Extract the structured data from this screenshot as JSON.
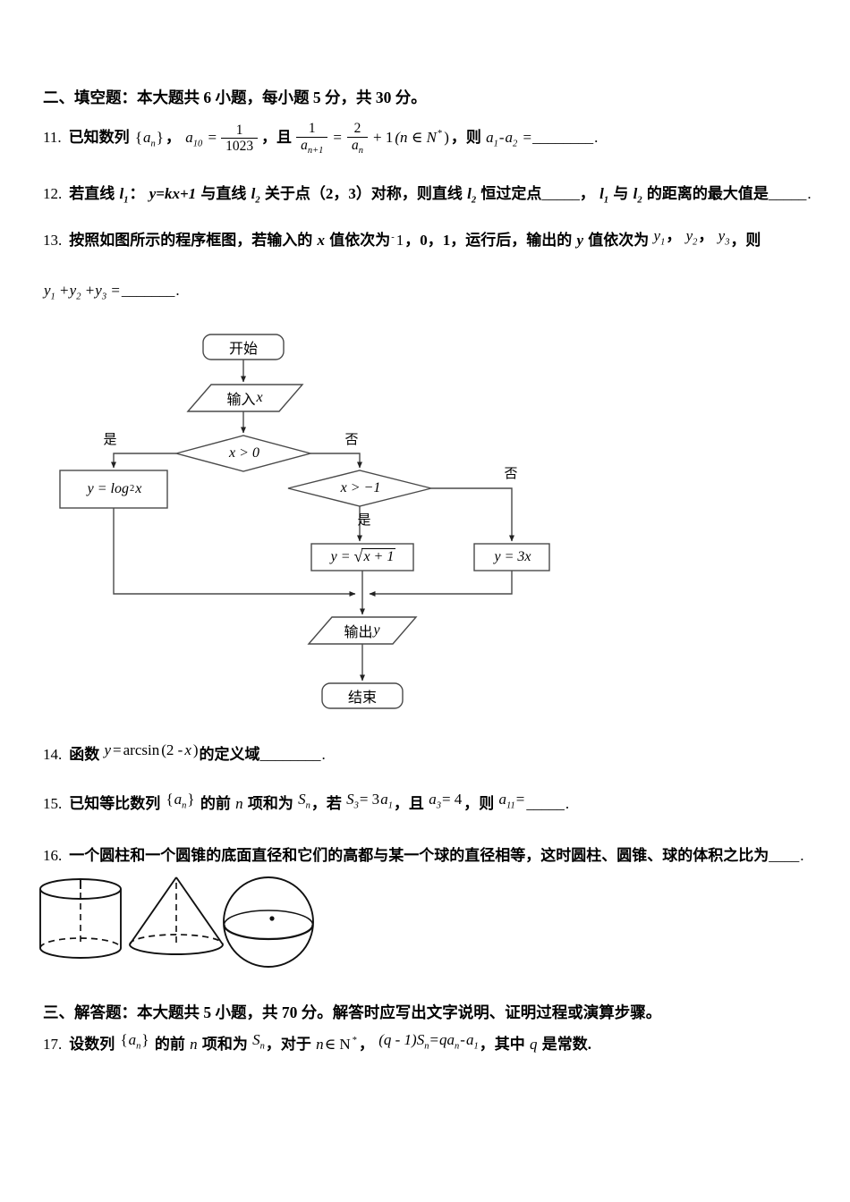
{
  "colors": {
    "ink": "#000000",
    "fc-stroke": "#4a4a4a",
    "fig-stroke": "#111111"
  },
  "section2": {
    "title": "二、填空题：本大题共 6 小题，每小题 5 分，共 30 分。"
  },
  "q11": {
    "num": "11.",
    "t1": "已知数列",
    "lbrace": "{",
    "a": "a",
    "a_sub": "n",
    "rbrace": "}",
    "comma1": "，",
    "a10": "a",
    "a10_sub": "10",
    "eq1": "=",
    "f1_num": "1",
    "f1_den": "1023",
    "and": "，且",
    "f2_num": "1",
    "f2_den": "a",
    "f2_den_sub": "n+1",
    "eq2": "=",
    "f3_num": "2",
    "f3_den": "a",
    "f3_den_sub": "n",
    "plus": "+ 1",
    "dom": "(n ∈ N",
    "dom_sup": "*",
    "dom_close": ")",
    "then": "，则",
    "a1": "a",
    "a1_sub": "1",
    "minus": "-",
    "a2": "a",
    "a2_sub": "2",
    "eq3": "=",
    "blank": "________",
    "end": "."
  },
  "q12": {
    "num": "12.",
    "t1": "若直线",
    "l1": "l",
    "sub1": "1",
    "colon": "：",
    "expr": "y=kx+1",
    "t2": "与直线",
    "l2": "l",
    "sub2": "2",
    "t3": "关于点（2，3）对称，则直线",
    "l3": "l",
    "sub3": "2",
    "t4": "恒过定点",
    "blank1": "_____",
    "comma": "，",
    "l4": "l",
    "sub4": "1",
    "t5": "与",
    "l5": "l",
    "sub5": "2",
    "t6": "的距离的最大值是",
    "blank2": "_____",
    "end": "."
  },
  "q13": {
    "num": "13.",
    "t1": "按照如图所示的程序框图，若输入的",
    "x": "x",
    "t2": "值依次为",
    "neg": "-",
    "one": "1",
    "t3": "，0，1，运行后，输出的",
    "y": "y",
    "t4": "值依次为",
    "y1": "y",
    "s1": "1",
    "c1": "，",
    "y2": "y",
    "s2": "2",
    "c2": "，",
    "y3": "y",
    "s3": "3",
    "t5": "，则",
    "sum_y1": "y",
    "sum_s1": "1",
    "p1": "+",
    "sum_y2": "y",
    "sum_s2": "2",
    "p2": "+",
    "sum_y3": "y",
    "sum_s3": "3",
    "eq": "=",
    "blank": "_______",
    "end": "."
  },
  "flowchart": {
    "start": "开始",
    "input_cn": "输入",
    "input_var": "x",
    "cond1": "x > 0",
    "yes1": "是",
    "no1": "否",
    "cond2": "x > −1",
    "yes2": "是",
    "no2": "否",
    "log_pre": "y = log",
    "log_sub": "2",
    "log_post": "x",
    "sqrt_pre": "y =",
    "sqrt_sign": "√",
    "sqrt_under": "x + 1",
    "lin": "y = 3x",
    "output_cn": "输出",
    "output_var": "y",
    "end": "结束"
  },
  "q14": {
    "num": "14.",
    "t1": "函数",
    "fy": "y",
    "eq": "=",
    "fn": "arcsin",
    "open": "(2 -",
    "fx": "x",
    "close": ")",
    "t2": "的定义域",
    "blank": "________",
    "end": "."
  },
  "q15": {
    "num": "15.",
    "t1": "已知等比数列",
    "lbrace": "{",
    "a": "a",
    "a_sub": "n",
    "rbrace": "}",
    "t2": "的前",
    "n": "n",
    "t3": "项和为",
    "S": "S",
    "S_sub": "n",
    "c1": "，若",
    "S3": "S",
    "S3_sub": "3",
    "eq1": "= 3",
    "a1": "a",
    "a1_sub": "1",
    "c2": "，且",
    "a3": "a",
    "a3_sub": "3",
    "eq2": "= 4",
    "c3": "，则",
    "a11": "a",
    "a11_sub": "11",
    "eq3": "=",
    "blank": "_____",
    "end": "."
  },
  "q16": {
    "num": "16.",
    "t1": "一个圆柱和一个圆锥的底面直径和它们的高都与某一个球的直径相等，这时圆柱、圆锥、球的体积之比为",
    "blank": "____",
    "end": "."
  },
  "section3": {
    "title": "三、解答题：本大题共 5 小题，共 70 分。解答时应写出文字说明、证明过程或演算步骤。"
  },
  "q17": {
    "num": "17.",
    "t1": "设数列",
    "lbrace": "{",
    "a": "a",
    "a_sub": "n",
    "rbrace": "}",
    "t2": "的前",
    "n": "n",
    "t3": "项和为",
    "S": "S",
    "S_sub": "n",
    "c1": "，对于",
    "n2": "n",
    "mem": "∈ N",
    "sup": "*",
    "c2": "，",
    "lhs_open": "(q - 1)",
    "lhs_S": "S",
    "lhs_S_sub": "n",
    "eq": "=",
    "rhs_qa": "qa",
    "rhs_qa_sub": "n",
    "minus": "-",
    "rhs_a": "a",
    "rhs_a_sub": "1",
    "c3": "，其中",
    "q": "q",
    "t4": "是常数."
  }
}
